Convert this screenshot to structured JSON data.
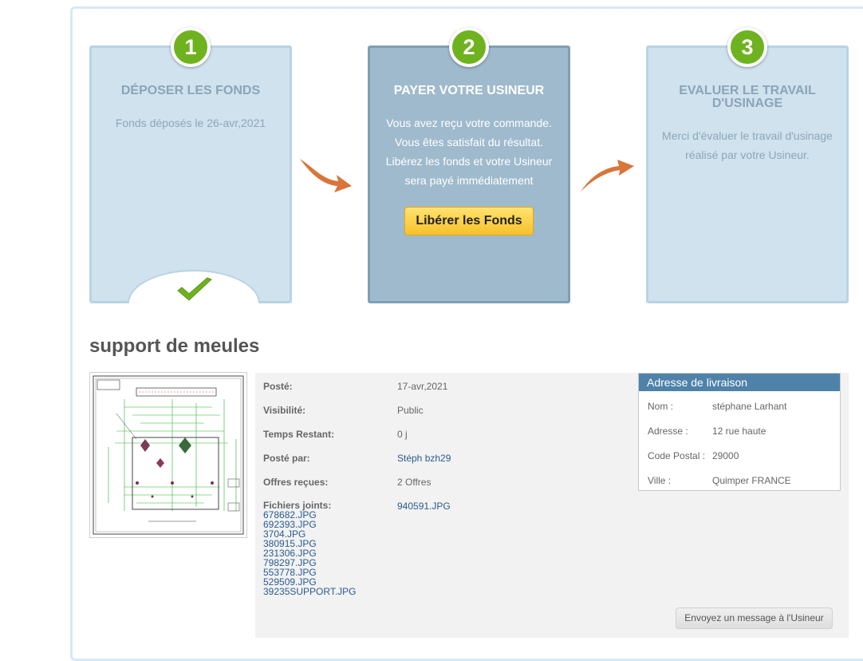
{
  "steps": [
    {
      "number": "1",
      "title": "DÉPOSER LES FONDS",
      "lines": [
        "Fonds déposés le 26-avr,2021"
      ]
    },
    {
      "number": "2",
      "title": "PAYER VOTRE USINEUR",
      "lines": [
        "Vous avez reçu votre commande.",
        "Vous êtes satisfait du résultat.",
        "Libérez les fonds et votre Usineur",
        "sera payé immédiatement"
      ],
      "button": "Libérer les Fonds"
    },
    {
      "number": "3",
      "title": "EVALUER LE TRAVAIL D'USINAGE",
      "lines": [
        "Merci d'évaluer le travail d'usinage",
        "réalisé par votre Usineur."
      ]
    }
  ],
  "project": {
    "title": "support de meules",
    "fields": [
      {
        "label": "Posté:",
        "value": "17-avr,2021"
      },
      {
        "label": "Visibilité:",
        "value": "Public"
      },
      {
        "label": "Temps Restant:",
        "value": "0 j"
      },
      {
        "label": "Posté par:",
        "value": "Stéph bzh29"
      },
      {
        "label": "Offres reçues:",
        "value": "2 Offres"
      }
    ],
    "files_label": "Fichiers joints:",
    "files_first": "940591.JPG",
    "files": [
      "678682.JPG",
      "692393.JPG",
      "3704.JPG",
      "380915.JPG",
      "231306.JPG",
      "798297.JPG",
      "553778.JPG",
      "529509.JPG",
      "39235SUPPORT.JPG"
    ],
    "message_button": "Envoyez un message à l'Usineur"
  },
  "address": {
    "title": "Adresse de livraison",
    "rows": [
      {
        "k": "Nom :",
        "v": "stéphane Larhant"
      },
      {
        "k": "Adresse :",
        "v": "12 rue haute"
      },
      {
        "k": "Code Postal :",
        "v": "29000"
      },
      {
        "k": "Ville :",
        "v": "Quimper FRANCE"
      }
    ]
  },
  "colors": {
    "step_badge": "#6fb21f",
    "active_step": "#9fbacd",
    "button": "#f8c02a",
    "address_header": "#4f82a9",
    "link": "#2a5a91"
  }
}
